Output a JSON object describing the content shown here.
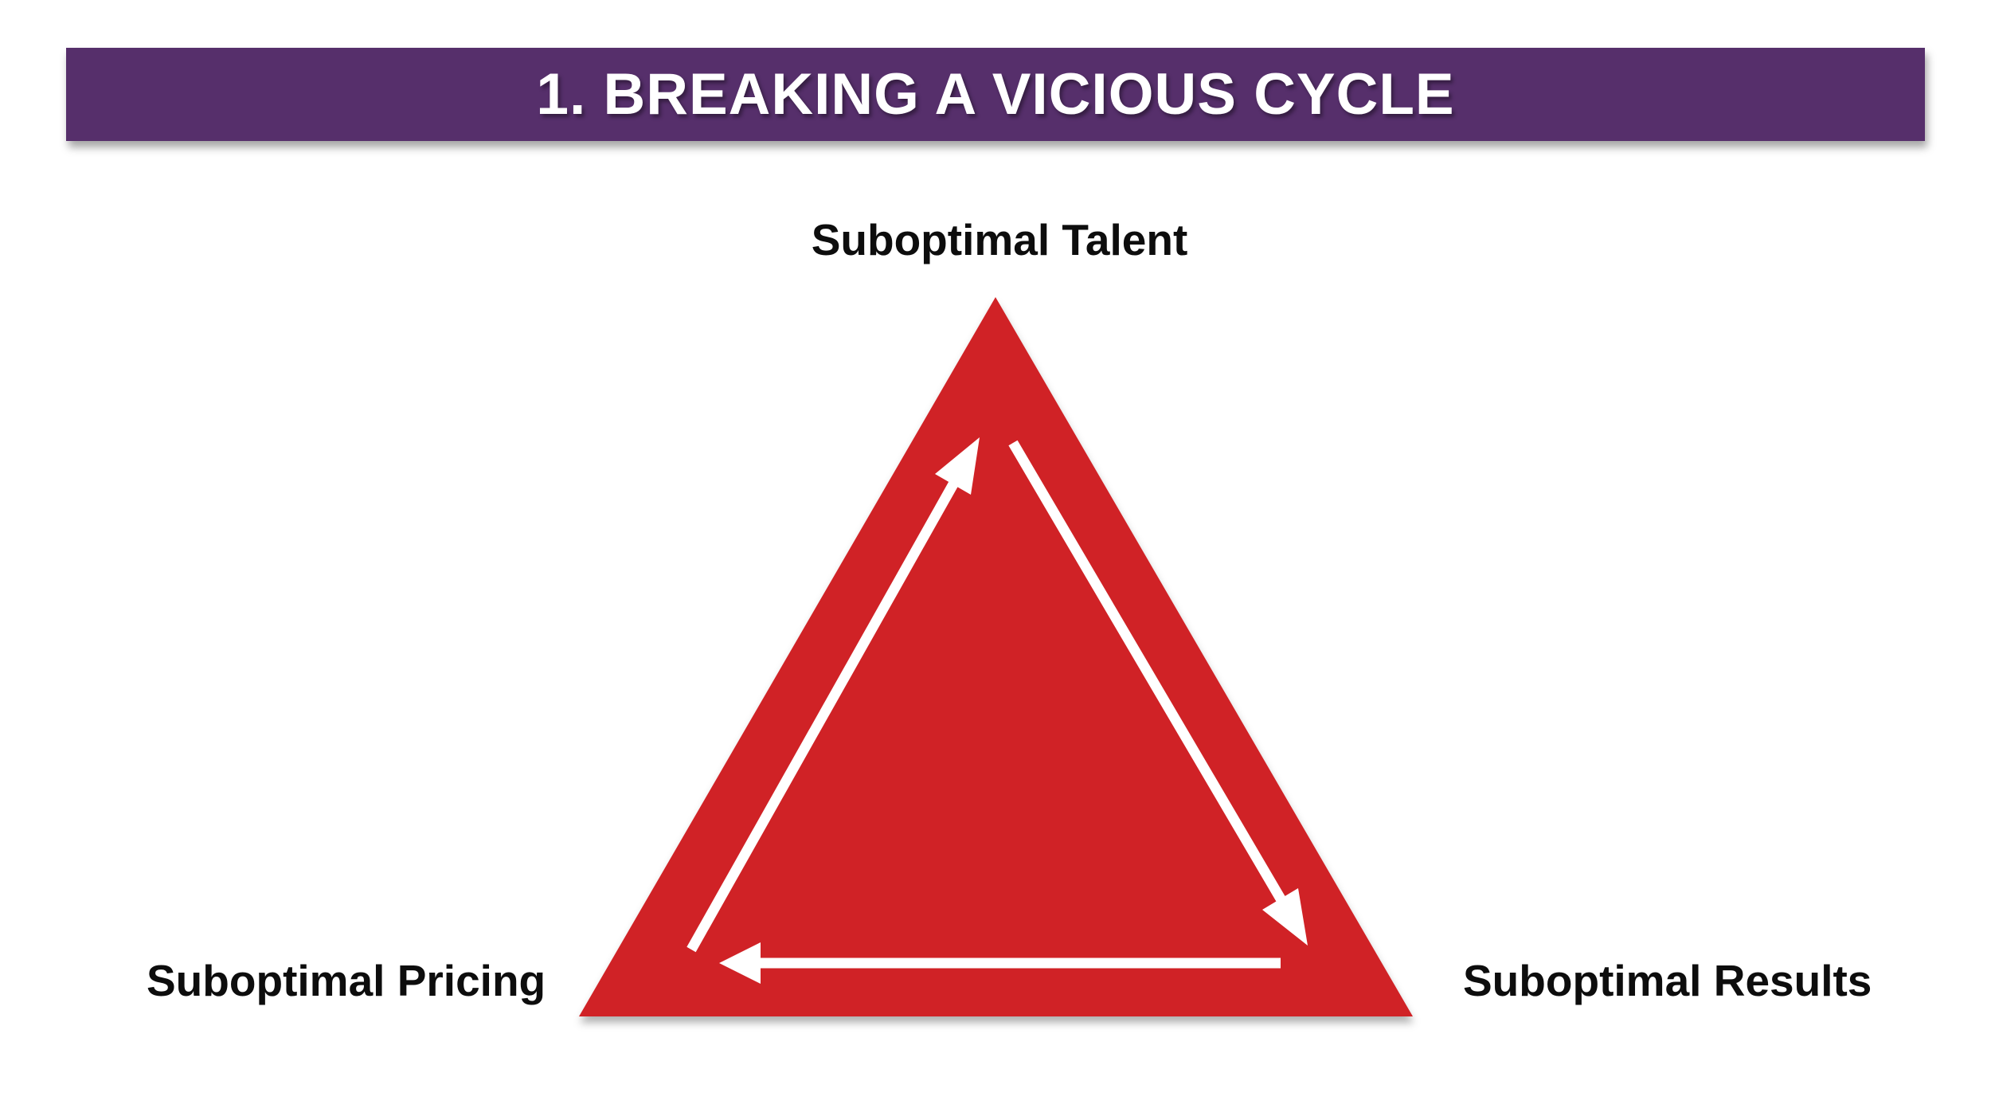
{
  "slide_title": "1. BREAKING A VICIOUS CYCLE",
  "diagram": {
    "type": "cycle",
    "shape": "triangle",
    "direction": "clockwise",
    "nodes": [
      {
        "label": "Suboptimal Talent",
        "position": "top"
      },
      {
        "label": "Suboptimal Results",
        "position": "bottom-right"
      },
      {
        "label": "Suboptimal Pricing",
        "position": "bottom-left"
      }
    ],
    "arrows": [
      {
        "from": "Suboptimal Talent",
        "to": "Suboptimal Results",
        "edge": "right-side-down"
      },
      {
        "from": "Suboptimal Results",
        "to": "Suboptimal Pricing",
        "edge": "bottom-leftward"
      },
      {
        "from": "Suboptimal Pricing",
        "to": "Suboptimal Talent",
        "edge": "left-side-up"
      }
    ]
  },
  "colors": {
    "page_background": "#ffffff",
    "header_background": "#562f6b",
    "header_text": "#ffffff",
    "triangle_fill": "#d02125",
    "arrow": "#ffffff",
    "label_text": "#0d0d0d"
  }
}
